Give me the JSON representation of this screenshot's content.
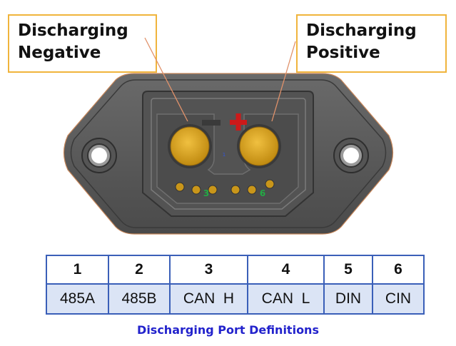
{
  "callouts": {
    "negative": {
      "line1": "Discharging",
      "line2": "Negative"
    },
    "positive": {
      "line1": "Discharging",
      "line2": "Positive"
    }
  },
  "connector": {
    "center_label": "1",
    "pin_label_left": "3",
    "pin_label_right": "6",
    "minus_symbol_color": "#3a3a3a",
    "plus_symbol_color": "#cc1a1a",
    "terminal_color": "#d9a020"
  },
  "table": {
    "pins": [
      "1",
      "2",
      "3",
      "4",
      "5",
      "6"
    ],
    "functions": [
      "485A",
      "485B",
      "CAN  H",
      "CAN  L",
      "DIN",
      "CIN"
    ]
  },
  "caption": "Discharging Port Definitions",
  "colors": {
    "callout_border": "#f0b43c",
    "table_border": "#3a5fb8",
    "table_value_fill": "#dbe4f5",
    "caption": "#2222cc"
  }
}
